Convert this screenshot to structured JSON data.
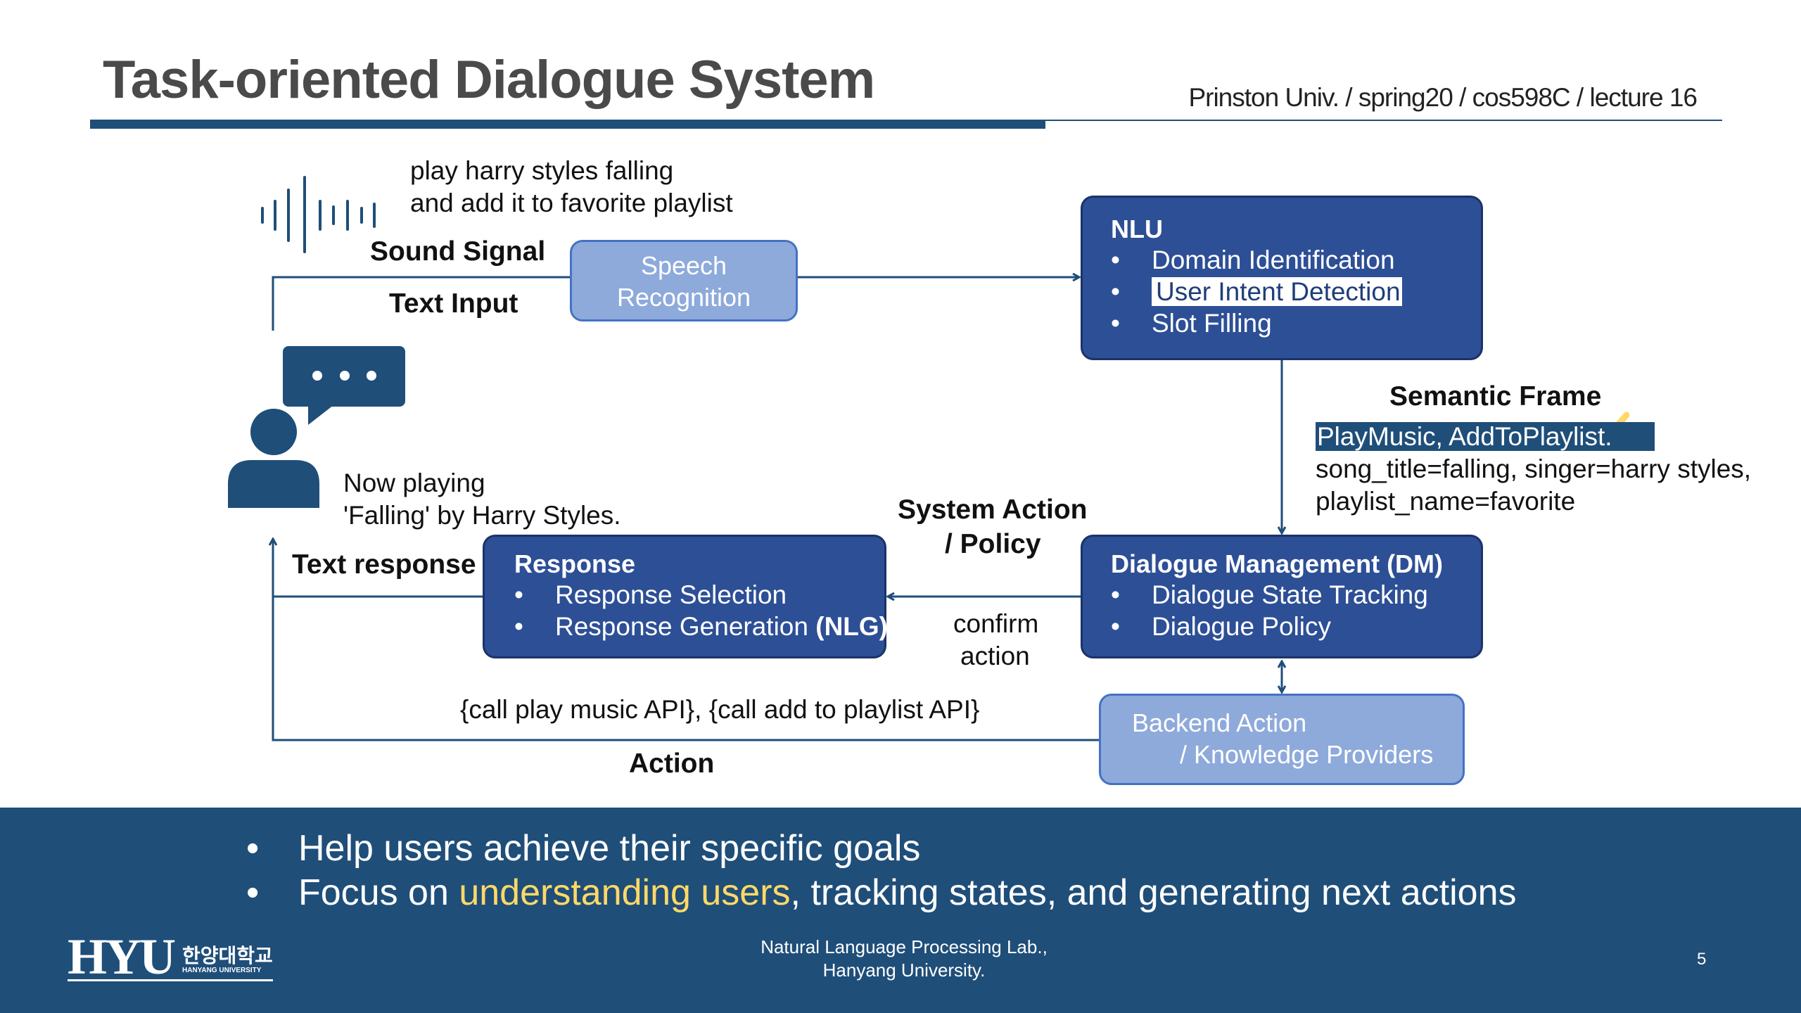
{
  "header": {
    "title": "Task-oriented Dialogue System",
    "course": "Prinston Univ. / spring20 / cos598C / lecture 16"
  },
  "diagram": {
    "user_utterance": [
      "play harry styles falling",
      "and add it to favorite playlist"
    ],
    "system_utterance": [
      "Now playing",
      "'Falling' by Harry Styles."
    ],
    "labels": {
      "sound_signal": "Sound Signal",
      "text_input": "Text Input",
      "semantic_frame": "Semantic Frame",
      "system_action": "System Action",
      "policy": "/ Policy",
      "text_response": "Text response",
      "action": "Action",
      "confirm": "confirm",
      "confirm_action": "action",
      "api_calls": "{call play music API}, {call add to playlist API}"
    },
    "semantic_frame": {
      "intents": "PlayMusic, AddToPlaylist.",
      "slots_line1": "song_title=falling, singer=harry styles,",
      "slots_line2": "playlist_name=favorite"
    },
    "speech_recognition": {
      "line1": "Speech",
      "line2": "Recognition"
    },
    "nlu": {
      "title": "NLU",
      "items": [
        "Domain Identification",
        "User Intent Detection",
        "Slot Filling"
      ]
    },
    "dm": {
      "title": "Dialogue Management (DM)",
      "items": [
        "Dialogue State Tracking",
        "Dialogue Policy"
      ]
    },
    "response": {
      "title": "Response",
      "item1": "Response Selection",
      "item2_pre": "Response Generation ",
      "item2_bold": "(NLG)"
    },
    "backend": {
      "line1": "Backend Action",
      "line2": "/ Knowledge Providers"
    }
  },
  "footer": {
    "bullet1": "Help users achieve their specific goals",
    "bullet2_pre": "Focus on ",
    "bullet2_hl": "understanding users",
    "bullet2_post": ", tracking states, and generating next actions",
    "lab_line1": "Natural Language Processing Lab.,",
    "lab_line2": "Hanyang University.",
    "page": "5",
    "logo_main": "HYU",
    "logo_kr": "한양대학교",
    "logo_en": "HANYANG UNIVERSITY"
  },
  "colors": {
    "dark_box": "#2d4f96",
    "light_box": "#8eaadb",
    "footer": "#1f4e79",
    "highlight": "#ffd966"
  }
}
